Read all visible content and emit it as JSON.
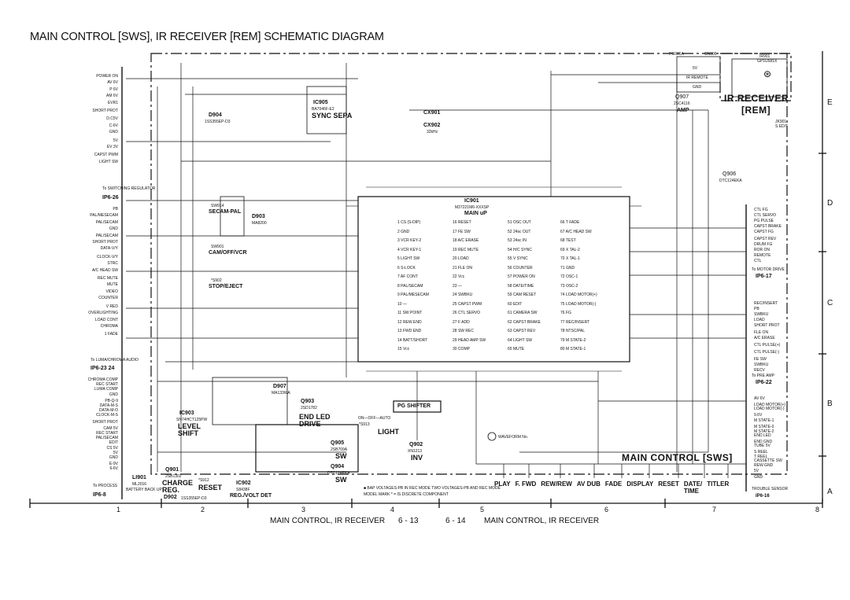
{
  "title": "MAIN CONTROL [SWS], IR RECEIVER [REM] SCHEMATIC DIAGRAM",
  "grid": {
    "columns": [
      "1",
      "2",
      "3",
      "4",
      "5",
      "6",
      "7",
      "8"
    ],
    "rows": [
      "E",
      "D",
      "C",
      "B",
      "A"
    ]
  },
  "footer": {
    "left_label": "MAIN CONTROL, IR RECEIVER",
    "left_page": "6 - 13",
    "right_page": "6 - 14",
    "right_label": "MAIN CONTROL, IR RECEIVER"
  },
  "ic901": {
    "ref": "IC901",
    "part": "M37221M6-XXXSP",
    "name": "MAIN uP",
    "pins": [
      [
        "1 CS (S-DIP)",
        "2 GND",
        "3 VCR KEY-2",
        "4 VCR KEY-1",
        "5 LIGHT SW",
        "6 S-LOCK",
        "7 AF CONT",
        "8 PAL/SECAM",
        "9 PAL/MESECAM",
        "10 —",
        "11 SW POINT",
        "12 REW END",
        "13 FWD END",
        "14 BATT/SHORT",
        "15 Vcc"
      ],
      [
        "16 RESET",
        "17 FE SW",
        "18 A/C ERASE",
        "19 REC MUTE",
        "20 LOAD",
        "21 FLE ON",
        "22 Vcc",
        "23 —",
        "24 SWBKU",
        "25 CAPST PWM",
        "26 CTL SERVO",
        "27 F ADD",
        "28 SW REC",
        "29 HEAD AMP SW",
        "30 COMP"
      ],
      [
        "51 OSC OUT",
        "52 24sc OUT",
        "53 24sc IN",
        "54 H/C SYNC",
        "55 V SYNC",
        "56 COUNTER",
        "57 POWER ON",
        "58 DATE/TIME",
        "59 CAM RESET",
        "60 EDIT",
        "61 CAMERA SW",
        "62 CAPST BRAKE",
        "63 CAPST REV",
        "64 LIGHT SW",
        "65 MUTE"
      ],
      [
        "66 T FADE",
        "67 A/C HEAD SW",
        "68 TEST",
        "69 X TAL-2",
        "70 X TAL-1",
        "71 GND",
        "72 OSC-1",
        "73 OSC-2",
        "74 LOAD MOTOR(+)",
        "75 LOAD MOTOR(-)",
        "76 FG",
        "77 REC/INSERT",
        "78 NTSC/PAL",
        "79 M STATE-2",
        "80 M STATE-1"
      ]
    ]
  },
  "left_connectors": {
    "p6_26": {
      "labels": [
        "POWER ON",
        "AV 6V",
        "P 6V",
        "AM 6V",
        "EVR1",
        "",
        "SHORT PROT",
        "",
        "D.C5V",
        "C-6V",
        "GND",
        "",
        "5V",
        "EV 3V",
        "",
        "CAPST PWM",
        "LIGHT SW"
      ],
      "to": "To SWITCHING REGULATOR",
      "ref": "IP6-26"
    },
    "p6_23": {
      "labels": [
        "PB",
        "PAL/MESECAM",
        "PAL/SECAM",
        "GND",
        "PAL/SECAM",
        "SHORT PROT",
        "DATA-V/Y",
        "",
        "CLOCK-V/Y",
        "STRC",
        "A/C HEAD SW",
        "",
        "REC MUTE",
        "MUTE",
        "VIDEO",
        "COUNTER",
        "",
        "V RED",
        "OVERLIGHTING",
        "LOAD CONT",
        "CHROMA",
        "",
        "1 FADE"
      ],
      "to": "To LUMA/CHROMA AUDIO",
      "ref": "IP6-23 24"
    },
    "p6_8": {
      "labels": [
        "CHROMA COMP",
        "REC START",
        "LUMA COMP",
        "GND",
        "",
        "PB-Q-9",
        "DATA-M-S",
        "DATA-M-O",
        "CLOCK-M-S",
        "",
        "SHORT PROT",
        "",
        "CAM 5V",
        "REC START",
        "PAL/SECAM",
        "EDIT",
        "CS 5V",
        "5V",
        "GND",
        "",
        "E-9V",
        "6-6V"
      ],
      "to": "To PROCESS",
      "ref": "IP6-8"
    }
  },
  "right_connectors": {
    "p6_17": {
      "labels": [
        "CTL FG",
        "CTL SERVO",
        "PG PULSE",
        "CAPST BRAKE",
        "CAPST FG",
        "",
        "CAPST REV",
        "DRUM FG",
        "ROR ON",
        "REMOTE",
        "CTL"
      ],
      "to": "To MOTOR DRIVE",
      "ref": "IP6-17"
    },
    "p6_22": {
      "labels": [
        "REC/INSERT",
        "PB",
        "SWBKU",
        "LOAD",
        "SHORT PROT",
        "",
        "FLE ON",
        "A/C ERASE",
        "",
        "CTL PULSE(+)",
        "",
        "CTL PULSE(-)",
        "",
        "FE SW",
        "SWBKU",
        "RECV"
      ],
      "to": "To PRE AMP",
      "ref": "IP6-22"
    },
    "p6_16": {
      "labels": [
        "AV 6V",
        "",
        "LOAD MOTOR(+)",
        "LOAD MOTOR(-)",
        "",
        "9.6V",
        "",
        "M STATE-1",
        "",
        "M STATE-0",
        "M STATE-2",
        "END LED",
        "",
        "END GND",
        "TUBE 5V",
        "",
        "S REEL",
        "T REEL",
        "CASSETTE SW",
        "REW GND",
        "",
        "5V",
        "",
        "GND"
      ],
      "to": "TROUBLE SENSOR",
      "ref": "IP6-16"
    }
  },
  "blocks": {
    "ic905": {
      "ref": "IC905",
      "part": "BA7046F-E2",
      "name": "SYNC SEPA"
    },
    "cx901": {
      "ref": "CX901"
    },
    "cx902": {
      "ref": "CX902",
      "part": "32kHz"
    },
    "d904": {
      "ref": "D904",
      "part": "1SS355EP-D3"
    },
    "d903": {
      "ref": "D903",
      "part": "MA8200"
    },
    "secam": {
      "ref": "SW914",
      "name": "SECAM-PAL"
    },
    "cam": {
      "ref": "SW901",
      "name": "CAM/OFF/VCR"
    },
    "stop": {
      "ref": "*S902",
      "name": "STOP/EJECT"
    },
    "ic903": {
      "ref": "IC903",
      "part": "SN74HCT125PW",
      "name": "LEVEL SHIFT"
    },
    "d907": {
      "ref": "D907",
      "part": "MA133WA",
      "name": "END LED DRIVE"
    },
    "q903": {
      "ref": "Q903",
      "part": "2SD1782"
    },
    "light": {
      "ref": "*S913",
      "name": "LIGHT",
      "options": "ON—OFF—AUTO"
    },
    "pg": {
      "name": "PG SHIFTER"
    },
    "q902": {
      "ref": "Q902",
      "part": "XN1213",
      "name": "INV"
    },
    "q905": {
      "ref": "Q905",
      "part": "2SB709A",
      "name": "SW"
    },
    "q904": {
      "ref": "Q904",
      "part": "DTC124EKA",
      "name": "SW"
    },
    "ic902": {
      "ref": "IC902",
      "part": "S8438F",
      "name": "REG./VOLT DET"
    },
    "q901": {
      "ref": "Q901",
      "part": "2SB1302",
      "name": "CHARGE REG."
    },
    "d902": {
      "ref": "D902",
      "part": "1SS355EP-D3"
    },
    "reset": {
      "ref": "*S912",
      "name": "RESET"
    },
    "li901": {
      "ref": "LI901",
      "part": "ML2016"
    },
    "battery": {
      "name": "BATTERY BACK UP"
    },
    "q907": {
      "ref": "Q907",
      "part": "2SC4116",
      "name": "AMP"
    },
    "q906": {
      "ref": "Q906",
      "part": "DTC124EKA"
    },
    "ir901": {
      "ref": "IR901",
      "part": "GP1U581X"
    },
    "ir_title": {
      "name": "IR RECEIVER",
      "sub": "[REM]"
    },
    "pg906a": {
      "ref": "PG906A"
    },
    "cn906": {
      "ref": "CN906",
      "pins": [
        "5V",
        "IR REMOTE",
        "GND"
      ]
    },
    "jk901": {
      "ref": "JK901",
      "name": "S EDIT"
    }
  },
  "switches": {
    "items": [
      "PLAY",
      "F. FWD",
      "REW/REW",
      "AV DUB",
      "FADE",
      "DISPLAY",
      "RESET",
      "DATE/",
      "TITLER"
    ],
    "extra": "TIME",
    "board_title": "MAIN CONTROL [SWS]"
  },
  "notes": {
    "voltage": "■ BAP VOLTAGES-PB IN REC MODE  TWO VOLTAGES-PB AND REC MODE",
    "model": "MODEL MARK * = IS DISCRETE COMPONENT",
    "waveform": "WAVEFORM No."
  }
}
